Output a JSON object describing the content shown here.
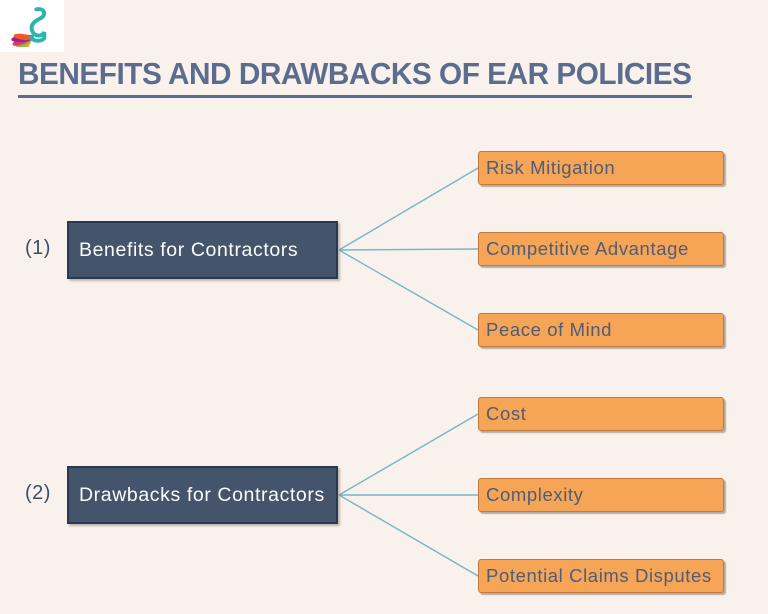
{
  "header": {
    "title": "BENEFITS AND DRAWBACKS OF EAR POLICIES"
  },
  "logo": {
    "icon": "swan-logo-icon"
  },
  "diagram": {
    "groups": [
      {
        "index_label": "(1)",
        "node_label": "Benefits for Contractors",
        "children": [
          "Risk Mitigation",
          "Competitive Advantage",
          "Peace of Mind"
        ]
      },
      {
        "index_label": "(2)",
        "node_label": "Drawbacks for Contractors",
        "children": [
          "Cost",
          "Complexity",
          "Potential Claims Disputes"
        ]
      }
    ]
  },
  "colors": {
    "page_bg": "#f9f1ec",
    "title_text": "#5b6c8f",
    "node_fill": "#44546a",
    "node_border": "#2a3850",
    "node_text": "#fcfcfc",
    "child_fill": "#f6a456",
    "child_border": "#c07a3c",
    "child_text": "#4f5d78",
    "connector": "#76b5c5",
    "index_text": "#3d4d68",
    "logo_bg": "#ffffff"
  }
}
